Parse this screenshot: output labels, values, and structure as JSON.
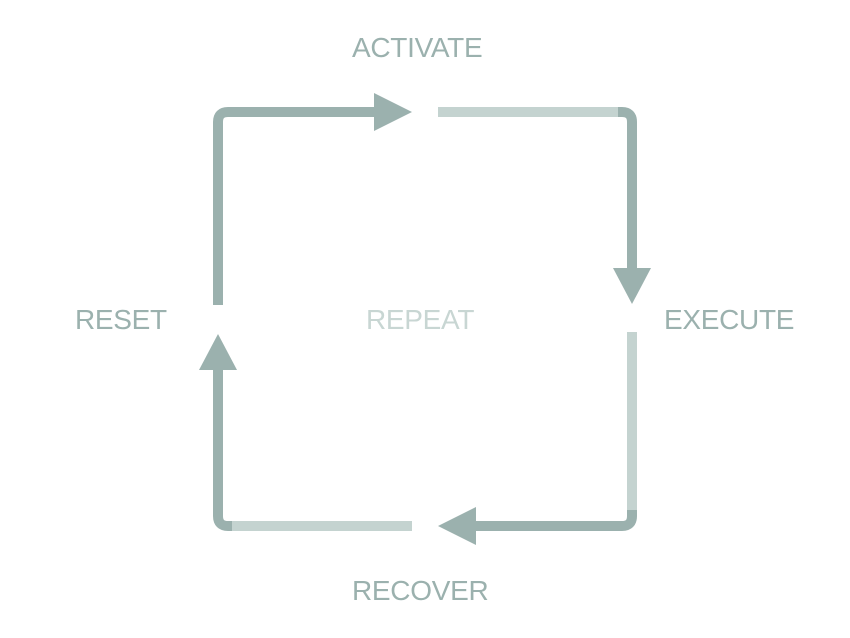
{
  "colors": {
    "dark": "#9bb1ae",
    "light": "#c4d3d0",
    "center_text": "#c8d6d3"
  },
  "stages": {
    "top": "ACTIVATE",
    "right": "EXECUTE",
    "bottom": "RECOVER",
    "left": "RESET"
  },
  "center": "REPEAT"
}
